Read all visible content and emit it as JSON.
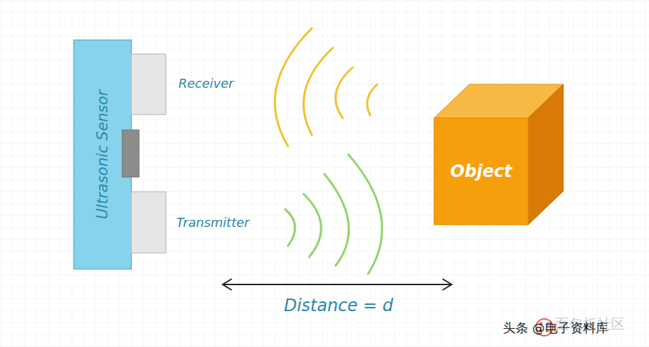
{
  "diagram": {
    "nodes": [
      {
        "text": [
          "Ultrasonic Sensor"
        ]
      },
      {
        "text": [
          "Object"
        ]
      }
    ],
    "labels": [
      "Receiver",
      "Transmitter",
      "Distance = d",
      "头条 @电子资料库",
      "面包板社区"
    ]
  }
}
